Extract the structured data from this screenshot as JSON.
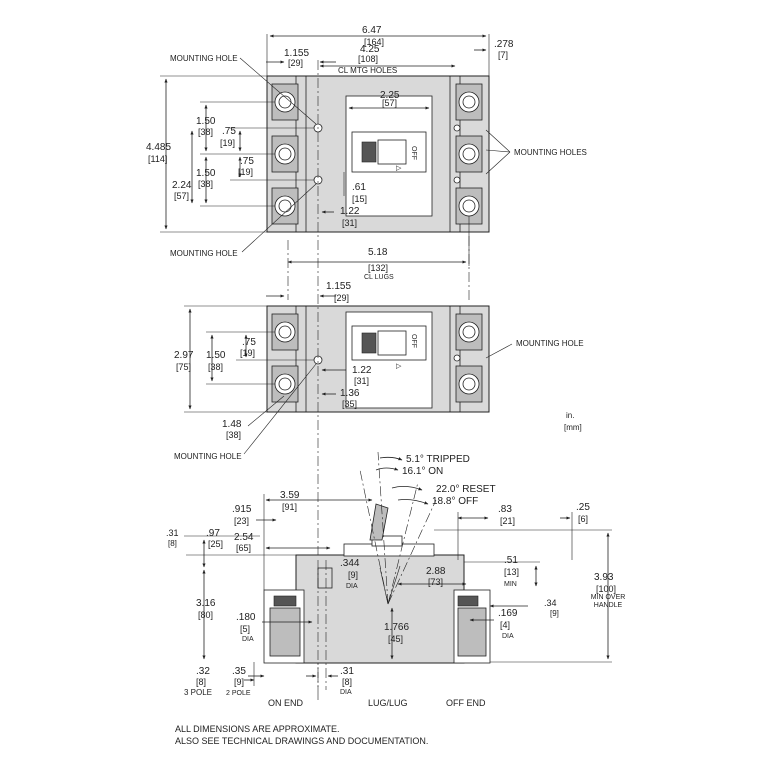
{
  "top_view": {
    "overall_width": "6.47",
    "overall_width_mm": "[164]",
    "offset_1155": "1.155",
    "offset_1155_mm": "[29]",
    "mtg_holes_spacing": "4.25",
    "mtg_holes_spacing_mm": "[108]",
    "mtg_holes_label": "CL MTG HOLES",
    "edge_278": ".278",
    "edge_278_mm": "[7]",
    "handle_width": "2.25",
    "handle_width_mm": "[57]",
    "overall_height": "4.485",
    "overall_height_mm": "[114]",
    "pitch_150a": "1.50",
    "pitch_150a_mm": "[38]",
    "d075a": ".75",
    "d075a_mm": "[19]",
    "d075b": ".75",
    "d075b_mm": "[19]",
    "pitch_150b": "1.50",
    "pitch_150b_mm": "[38]",
    "d224": "2.24",
    "d224_mm": "[57]",
    "d061": ".61",
    "d061_mm": "[15]",
    "d122": "1.22",
    "d122_mm": "[31]",
    "lug_spacing": "5.18",
    "lug_spacing_mm": "[132]",
    "lug_label": "CL LUGS",
    "label_mounting_hole_top": "MOUNTING HOLE",
    "label_mounting_holes": "MOUNTING HOLES",
    "label_mounting_hole_bottom": "MOUNTING HOLE"
  },
  "mid_view": {
    "offset_1155": "1.155",
    "offset_1155_mm": "[29]",
    "overall_height": "2.97",
    "overall_height_mm": "[75]",
    "pitch_150": "1.50",
    "pitch_150_mm": "[38]",
    "d075": ".75",
    "d075_mm": "[19]",
    "d122": "1.22",
    "d122_mm": "[31]",
    "d136": "1.36",
    "d136_mm": "[35]",
    "d148": "1.48",
    "d148_mm": "[38]",
    "label_mounting_hole_right": "MOUNTING HOLE",
    "label_mounting_hole_left": "MOUNTING HOLE",
    "units_in": "in.",
    "units_mm": "[mm]"
  },
  "side_view": {
    "tripped": "5.1° TRIPPED",
    "on": "16.1° ON",
    "reset": "22.0° RESET",
    "off": "18.8° OFF",
    "d359": "3.59",
    "d359_mm": "[91]",
    "d0915": ".915",
    "d0915_mm": "[23]",
    "d031": ".31",
    "d031_mm": "[8]",
    "d097": ".97",
    "d097_mm": "[25]",
    "d254": "2.54",
    "d254_mm": "[65]",
    "d0344": ".344",
    "d0344_mm": "[9]",
    "dia1": "DIA",
    "d288": "2.88",
    "d288_mm": "[73]",
    "d083": ".83",
    "d083_mm": "[21]",
    "d025": ".25",
    "d025_mm": "[6]",
    "d051": ".51",
    "d051_mm": "[13]",
    "min_label": "MIN",
    "d393": "3.93",
    "d393_mm": "[100]",
    "d393_note": "MIN OVER HANDLE",
    "d034": ".34",
    "d034_mm": "[9]",
    "d316": "3.16",
    "d316_mm": "[80]",
    "d0180": ".180",
    "d0180_mm": "[5]",
    "dia2": "DIA",
    "d1766": "1.766",
    "d1766_mm": "[45]",
    "d0169": ".169",
    "d0169_mm": "[4]",
    "dia3": "DIA",
    "d032": ".32",
    "d032_mm": "[8]",
    "pole3": "3 POLE",
    "d035": ".35",
    "d035_mm": "[9]",
    "pole2": "2 POLE",
    "d031b": ".31",
    "d031b_mm": "[8]",
    "dia4": "DIA",
    "on_end": "ON END",
    "lug_lug": "LUG/LUG",
    "off_end": "OFF END"
  },
  "notes": {
    "line1": "ALL DIMENSIONS ARE APPROXIMATE.",
    "line2": "ALSO SEE TECHNICAL DRAWINGS AND DOCUMENTATION."
  }
}
